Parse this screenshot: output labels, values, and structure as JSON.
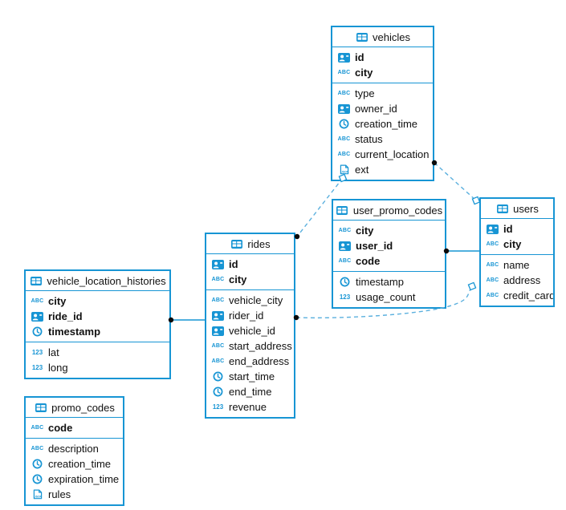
{
  "colors": {
    "primary_blue": "#1795d4",
    "dashed_line_blue": "#5bb0de",
    "endpoint_dot": "#0a0a0a",
    "text": "#111111",
    "background": "#ffffff"
  },
  "diagram": {
    "tables": [
      {
        "name": "vehicles",
        "header_icon": "table-icon",
        "key_columns": [
          {
            "name": "id",
            "icon": "person-icon"
          },
          {
            "name": "city",
            "icon": "abc-icon"
          }
        ],
        "columns": [
          {
            "name": "type",
            "icon": "abc-icon"
          },
          {
            "name": "owner_id",
            "icon": "person-icon"
          },
          {
            "name": "creation_time",
            "icon": "clock-icon"
          },
          {
            "name": "status",
            "icon": "abc-icon"
          },
          {
            "name": "current_location",
            "icon": "abc-icon"
          },
          {
            "name": "ext",
            "icon": "json-icon"
          }
        ]
      },
      {
        "name": "user_promo_codes",
        "header_icon": "table-icon",
        "key_columns": [
          {
            "name": "city",
            "icon": "abc-icon"
          },
          {
            "name": "user_id",
            "icon": "person-icon"
          },
          {
            "name": "code",
            "icon": "abc-icon"
          }
        ],
        "columns": [
          {
            "name": "timestamp",
            "icon": "clock-icon"
          },
          {
            "name": "usage_count",
            "icon": "123-icon"
          }
        ]
      },
      {
        "name": "users",
        "header_icon": "table-icon",
        "key_columns": [
          {
            "name": "id",
            "icon": "person-icon"
          },
          {
            "name": "city",
            "icon": "abc-icon"
          }
        ],
        "columns": [
          {
            "name": "name",
            "icon": "abc-icon"
          },
          {
            "name": "address",
            "icon": "abc-icon"
          },
          {
            "name": "credit_card",
            "icon": "abc-icon"
          }
        ]
      },
      {
        "name": "rides",
        "header_icon": "table-icon",
        "key_columns": [
          {
            "name": "id",
            "icon": "person-icon"
          },
          {
            "name": "city",
            "icon": "abc-icon"
          }
        ],
        "columns": [
          {
            "name": "vehicle_city",
            "icon": "abc-icon"
          },
          {
            "name": "rider_id",
            "icon": "person-icon"
          },
          {
            "name": "vehicle_id",
            "icon": "person-icon"
          },
          {
            "name": "start_address",
            "icon": "abc-icon"
          },
          {
            "name": "end_address",
            "icon": "abc-icon"
          },
          {
            "name": "start_time",
            "icon": "clock-icon"
          },
          {
            "name": "end_time",
            "icon": "clock-icon"
          },
          {
            "name": "revenue",
            "icon": "123-icon"
          }
        ]
      },
      {
        "name": "vehicle_location_histories",
        "header_icon": "table-icon",
        "key_columns": [
          {
            "name": "city",
            "icon": "abc-icon"
          },
          {
            "name": "ride_id",
            "icon": "person-icon"
          },
          {
            "name": "timestamp",
            "icon": "clock-icon"
          }
        ],
        "columns": [
          {
            "name": "lat",
            "icon": "123-icon"
          },
          {
            "name": "long",
            "icon": "123-icon"
          }
        ]
      },
      {
        "name": "promo_codes",
        "header_icon": "table-icon",
        "key_columns": [
          {
            "name": "code",
            "icon": "abc-icon"
          }
        ],
        "columns": [
          {
            "name": "description",
            "icon": "abc-icon"
          },
          {
            "name": "creation_time",
            "icon": "clock-icon"
          },
          {
            "name": "expiration_time",
            "icon": "clock-icon"
          },
          {
            "name": "rules",
            "icon": "json-icon"
          }
        ]
      }
    ],
    "connections": [
      {
        "from": "vehicles",
        "from_marker": "square",
        "to": "rides",
        "to_marker": "dot",
        "style": "dashed"
      },
      {
        "from": "vehicles",
        "from_marker": "dot",
        "to": "users",
        "to_marker": "square",
        "style": "dashed"
      },
      {
        "from": "user_promo_codes",
        "from_marker": "dot",
        "to": "users",
        "to_marker": "none",
        "style": "solid"
      },
      {
        "from": "rides",
        "from_marker": "dot",
        "to": "users",
        "to_marker": "square",
        "style": "dashed"
      },
      {
        "from": "vehicle_location_histories",
        "from_marker": "dot",
        "to": "rides",
        "to_marker": "none",
        "style": "solid"
      }
    ]
  }
}
